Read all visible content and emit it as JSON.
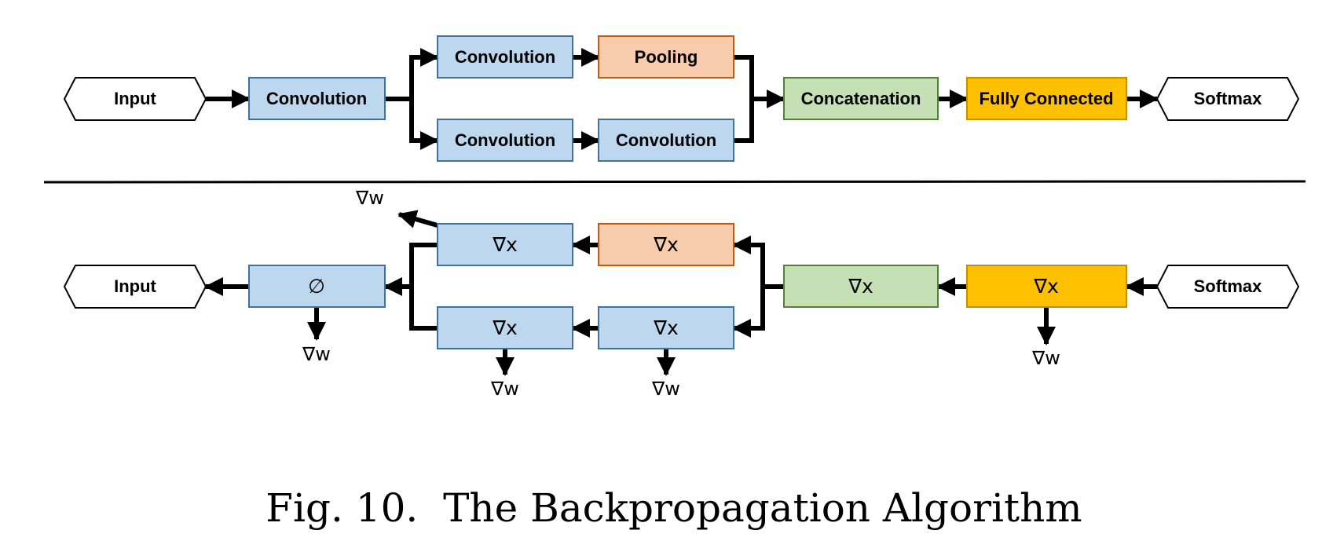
{
  "colors": {
    "conv_fill": "#bdd7ee",
    "conv_stroke": "#41719c",
    "pool_fill": "#f8cbad",
    "pool_stroke": "#c55a11",
    "concat_fill": "#c5e0b4",
    "concat_stroke": "#548235",
    "fc_fill": "#ffc000",
    "fc_stroke": "#bf9000",
    "line": "#000000"
  },
  "forward": {
    "input": "Input",
    "conv1": "Convolution",
    "conv_top": "Convolution",
    "pooling": "Pooling",
    "conv_bottom_a": "Convolution",
    "conv_bottom_b": "Convolution",
    "concatenation": "Concatenation",
    "fully_connected": "Fully Connected",
    "softmax": "Softmax"
  },
  "backward": {
    "input": "Input",
    "conv1": "∅",
    "conv_top": "∇x",
    "pooling": "∇x",
    "conv_bottom_a": "∇x",
    "conv_bottom_b": "∇x",
    "concatenation": "∇x",
    "fully_connected": "∇x",
    "softmax": "Softmax",
    "weight_grad": "∇w"
  },
  "caption": "Fig. 10.  The Backpropagation Algorithm"
}
